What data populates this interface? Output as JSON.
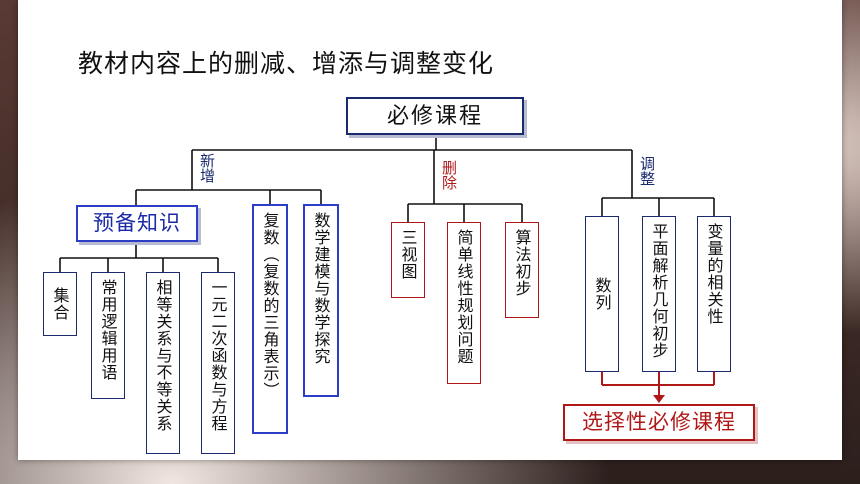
{
  "title": "教材内容上的删减、增添与调整变化",
  "root": "必修课程",
  "branches": {
    "added": {
      "label": "新增",
      "prep": "预备知识",
      "prep_items": [
        "集合",
        "常用逻辑用语",
        "相等关系与不等关系",
        "一元二次函数与方程"
      ],
      "items": [
        "复数（复数的三角表示）",
        "数学建模与数学探究"
      ]
    },
    "deleted": {
      "label": "删除",
      "items": [
        "三视图",
        "简单线性规划问题",
        "算法初步"
      ]
    },
    "adjusted": {
      "label": "调整",
      "items": [
        "数列",
        "平面解析几何初步",
        "变量的相关性"
      ],
      "target": "选择性必修课程"
    }
  },
  "colors": {
    "navy": "#1a2a6c",
    "blue": "#2c3ec8",
    "red": "#b01818"
  }
}
